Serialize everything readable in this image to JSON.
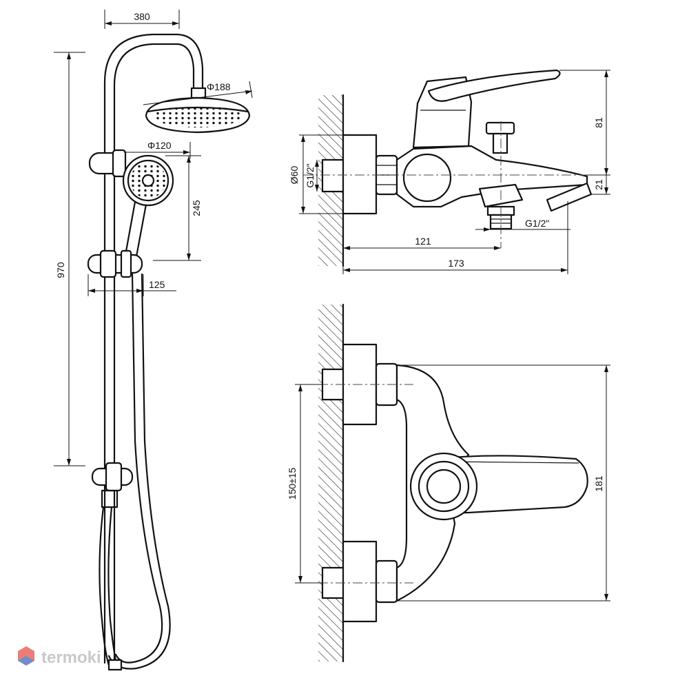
{
  "shower_set": {
    "dims": {
      "width_top": "380",
      "head_diameter": "Φ188",
      "handset_diameter": "Φ120",
      "handset_length": "245",
      "total_height": "970",
      "holder_offset": "125"
    }
  },
  "mixer_side": {
    "dims": {
      "inlet_diameter": "Ø60",
      "inlet_thread": "G1/2\"",
      "outlet_thread": "G1/2\"",
      "depth_to_outlet": "121",
      "total_depth": "173",
      "height_upper": "81",
      "height_lower": "21"
    }
  },
  "mixer_top": {
    "dims": {
      "center_distance": "150±15",
      "total_width": "181"
    }
  },
  "watermark": {
    "text": "termoki"
  },
  "colors": {
    "line": "#111111",
    "watermark_red": "#e8675f",
    "watermark_blue": "#5b8fd6",
    "watermark_text": "#c9c9c9"
  }
}
